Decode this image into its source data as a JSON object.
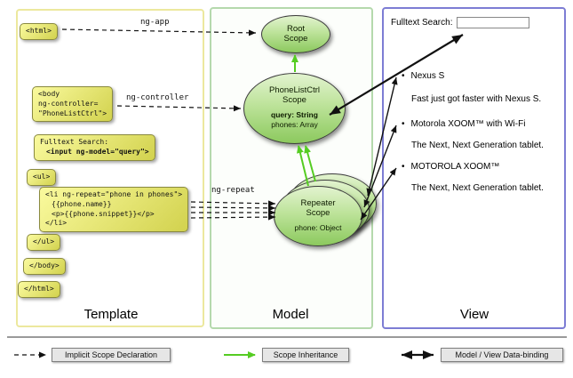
{
  "colors": {
    "code_box_light": "#fafa9e",
    "code_box_dark": "#d2d24e",
    "scope_light": "#e2f3cf",
    "scope_dark": "#8cc95e",
    "green_arrow": "#55cc22",
    "template_border": "#ece89e",
    "model_border": "#b5d9ad",
    "view_border": "#7d7dd4"
  },
  "columns": {
    "template_label": "Template",
    "model_label": "Model",
    "view_label": "View"
  },
  "template": {
    "html_open": "<html>",
    "body_open_l1": "<body",
    "body_open_l2": "ng-controller=",
    "body_open_l3": "\"PhoneListCtrl\">",
    "search_l1": "Fulltext Search:",
    "search_l2": "<input ng-model=\"query\">",
    "ul_open": "<ul>",
    "li_l1": "<li ng-repeat=\"phone in phones\">",
    "li_l2": "{{phone.name}}",
    "li_l3": "<p>{{phone.snippet}}</p>",
    "li_l4": "</li>",
    "ul_close": "</ul>",
    "body_close": "</body>",
    "html_close": "</html>"
  },
  "arrow_labels": {
    "ng_app": "ng-app",
    "ng_controller": "ng-controller",
    "ng_repeat": "ng-repeat"
  },
  "model": {
    "root_l1": "Root",
    "root_l2": "Scope",
    "ctrl_l1": "PhoneListCtrl",
    "ctrl_l2": "Scope",
    "ctrl_query": "query: String",
    "ctrl_phones": "phones: Array",
    "repeater_l1": "Repeater",
    "repeater_l2": "Scope",
    "repeater_phone": "phone: Object"
  },
  "view": {
    "search_label": "Fulltext Search:",
    "search_value": "",
    "items": [
      {
        "title": "Nexus S",
        "desc": "Fast just got faster with Nexus S."
      },
      {
        "title": "Motorola XOOM™ with Wi-Fi",
        "desc": "The Next, Next Generation tablet."
      },
      {
        "title": "MOTOROLA XOOM™",
        "desc": "The Next, Next Generation tablet."
      }
    ]
  },
  "legend": {
    "implicit": "Implicit Scope Declaration",
    "inheritance": "Scope Inheritance",
    "databinding": "Model / View Data-binding"
  }
}
